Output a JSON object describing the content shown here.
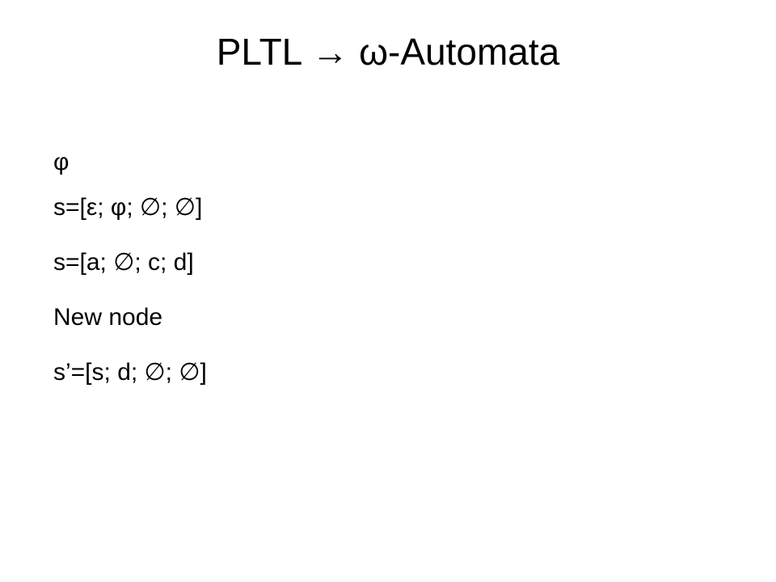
{
  "slide": {
    "title": "PLTL → ω-Automata",
    "lines": [
      "φ",
      "s=[ε; φ; ∅; ∅]",
      "s=[a; ∅; c; d]",
      "New node",
      "s’=[s; d; ∅; ∅]"
    ]
  }
}
